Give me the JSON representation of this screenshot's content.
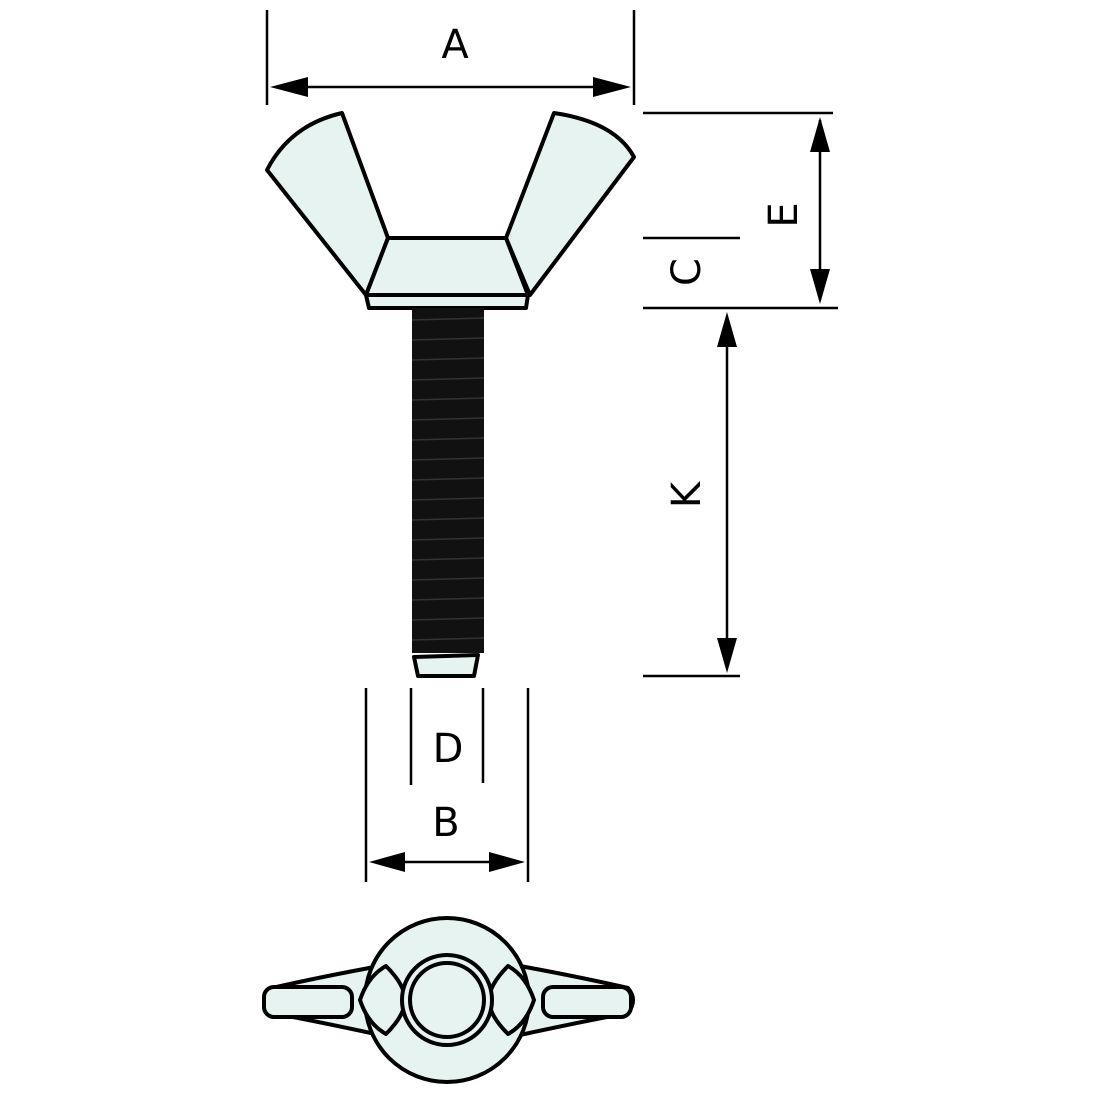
{
  "diagram": {
    "subject": "Wing nut with threaded bolt",
    "colors": {
      "part_fill": "#e6f3f1",
      "line": "#000000",
      "background": "#ffffff"
    },
    "dimensions": {
      "A": {
        "label": "A",
        "meaning": "overall wing span width"
      },
      "E": {
        "label": "E",
        "meaning": "total wing nut height"
      },
      "C": {
        "label": "C",
        "meaning": "hub height"
      },
      "K": {
        "label": "K",
        "meaning": "thread length"
      },
      "D": {
        "label": "D",
        "meaning": "thread diameter"
      },
      "B": {
        "label": "B",
        "meaning": "hub/collar diameter"
      }
    },
    "views": [
      "side-view",
      "top-view"
    ]
  }
}
